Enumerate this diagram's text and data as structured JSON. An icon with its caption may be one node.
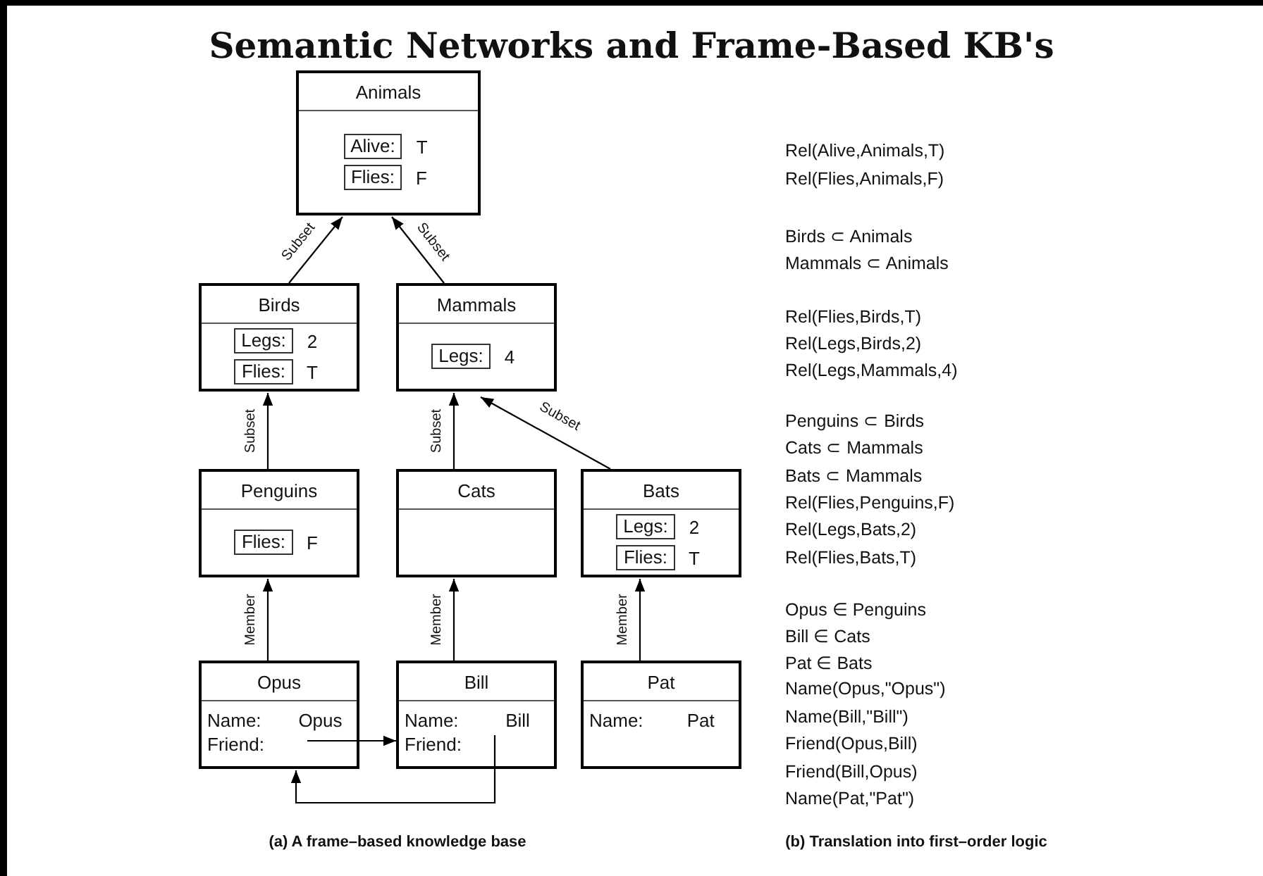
{
  "diagram": {
    "title": "Semantic Networks and Frame-Based KB's",
    "nodes": [
      {
        "text": [
          "Animals"
        ]
      },
      {
        "text": [
          "Alive:"
        ],
        "in": 0,
        "beside": [
          "T"
        ]
      },
      {
        "text": [
          "Flies:"
        ],
        "in": 0,
        "beside": [
          "F"
        ]
      },
      {
        "text": [
          "Birds"
        ]
      },
      {
        "text": [
          "Legs:"
        ],
        "in": 3,
        "beside": [
          "2"
        ]
      },
      {
        "text": [
          "Flies:"
        ],
        "in": 3,
        "beside": [
          "T"
        ]
      },
      {
        "text": [
          "Mammals"
        ]
      },
      {
        "text": [
          "Legs:"
        ],
        "in": 6,
        "beside": [
          "4"
        ]
      },
      {
        "text": [
          "Penguins"
        ]
      },
      {
        "text": [
          "Flies:"
        ],
        "in": 8,
        "beside": [
          "F"
        ]
      },
      {
        "text": [
          "Cats"
        ]
      },
      {
        "text": [
          "Bats"
        ]
      },
      {
        "text": [
          "Legs:"
        ],
        "in": 11,
        "beside": [
          "2"
        ]
      },
      {
        "text": [
          "Flies:"
        ],
        "in": 11,
        "beside": [
          "T"
        ]
      },
      {
        "text": [
          "Opus",
          "Name:",
          "Opus",
          "Friend:"
        ]
      },
      {
        "text": [
          "Bill",
          "Name:",
          "Bill",
          "Friend:"
        ]
      },
      {
        "text": [
          "Pat",
          "Name:",
          "Pat"
        ]
      }
    ],
    "edges": [
      {
        "from": 3,
        "to": 0,
        "arrow": "to",
        "label": "Subset"
      },
      {
        "from": 6,
        "to": 0,
        "arrow": "to",
        "label": "Subset"
      },
      {
        "from": 8,
        "to": 3,
        "arrow": "to",
        "label": "Subset"
      },
      {
        "from": 10,
        "to": 6,
        "arrow": "to",
        "label": "Subset"
      },
      {
        "from": 11,
        "to": 6,
        "arrow": "to",
        "label": "Subset"
      },
      {
        "from": 14,
        "to": 8,
        "arrow": "to",
        "label": "Member"
      },
      {
        "from": 15,
        "to": 10,
        "arrow": "to",
        "label": "Member"
      },
      {
        "from": 16,
        "to": 11,
        "arrow": "to",
        "label": "Member"
      },
      {
        "from": 14,
        "to": 15,
        "arrow": "to"
      },
      {
        "from": 15,
        "to": 14,
        "arrow": "to"
      }
    ],
    "labels": [
      "Rel(Alive,Animals,T)",
      "Rel(Flies,Animals,F)",
      "Birds ⊂ Animals",
      "Mammals ⊂ Animals",
      "Rel(Flies,Birds,T)",
      "Rel(Legs,Birds,2)",
      "Rel(Legs,Mammals,4)",
      "Penguins ⊂ Birds",
      "Cats ⊂ Mammals",
      "Bats ⊂ Mammals",
      "Rel(Flies,Penguins,F)",
      "Rel(Legs,Bats,2)",
      "Rel(Flies,Bats,T)",
      "Opus ∈ Penguins",
      "Bill ∈ Cats",
      "Pat ∈ Bats",
      "Name(Opus,\"Opus\")",
      "Name(Bill,\"Bill\")",
      "Friend(Opus,Bill)",
      "Friend(Bill,Opus)",
      "Name(Pat,\"Pat\")",
      "(a) A frame–based knowledge base",
      "(b) Translation into first–order logic"
    ]
  }
}
